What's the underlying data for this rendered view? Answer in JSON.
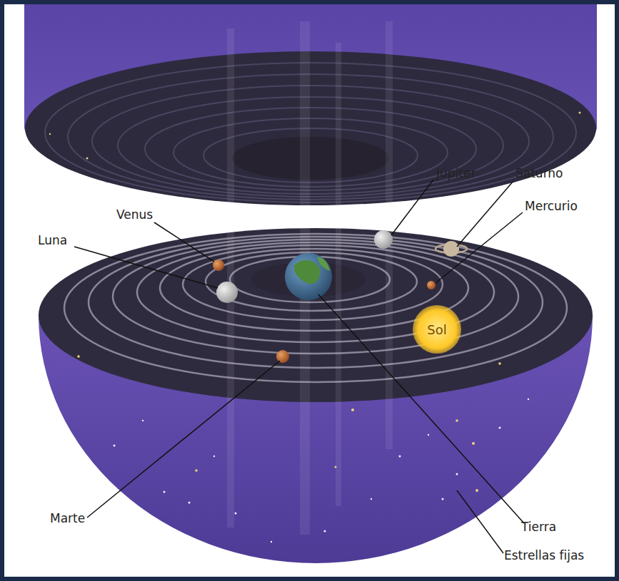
{
  "diagram": {
    "nodes": [
      {
        "text": [
          "Sol"
        ]
      }
    ],
    "labels": [
      "Venus",
      "Luna",
      "Júpiter",
      "Saturno",
      "Mercurio",
      "Marte",
      "Tierra",
      "Estrellas fijas"
    ]
  }
}
